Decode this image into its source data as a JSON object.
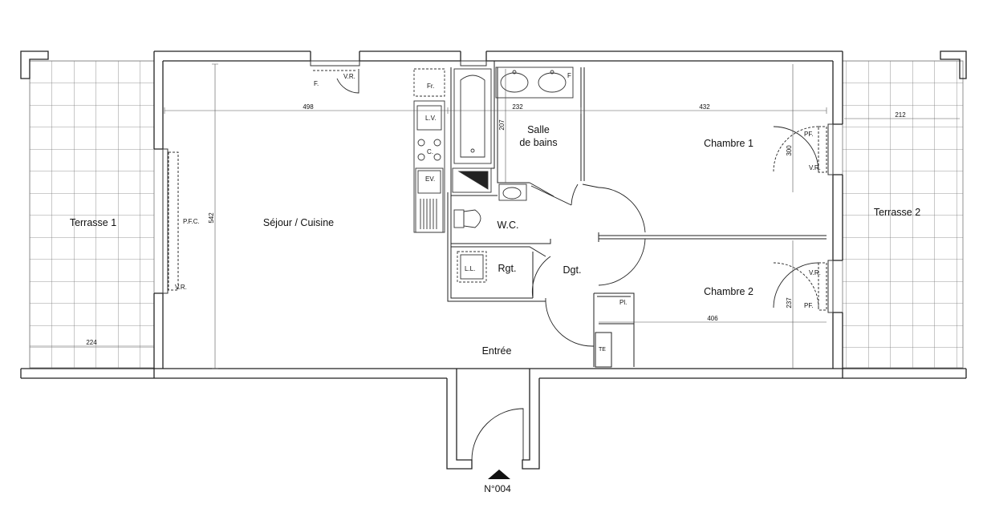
{
  "rooms": {
    "terrasse1": "Terrasse 1",
    "terrasse2": "Terrasse 2",
    "sejour": "Séjour / Cuisine",
    "sdb_line1": "Salle",
    "sdb_line2": "de bains",
    "chambre1": "Chambre 1",
    "chambre2": "Chambre 2",
    "wc": "W.C.",
    "rgt": "Rgt.",
    "dgt": "Dgt.",
    "entree": "Entrée"
  },
  "labels": {
    "pfc": "P.F.C.",
    "vr_left": "V.R.",
    "vr_top": "V.R.",
    "f_top": "F.",
    "fr": "Fr.",
    "lv": "L.V.",
    "c": "C.",
    "ev": "EV.",
    "ll": "L.L.",
    "pl": "Pl.",
    "te": "TE",
    "f_bath": "F",
    "pf_c1": "PF.",
    "vr_c1": "V.R.",
    "vr_c2": "V.R.",
    "pf_c2": "PF."
  },
  "dimensions": {
    "sejour_width": "498",
    "sdb_width": "232",
    "chambre1_width": "432",
    "terrasse2_width": "212",
    "sejour_depth": "542",
    "sdb_depth": "207",
    "chambre1_window": "300",
    "chambre2_window": "237",
    "chambre2_width": "406",
    "terrasse1_width": "224"
  },
  "unit_number": "N°004"
}
